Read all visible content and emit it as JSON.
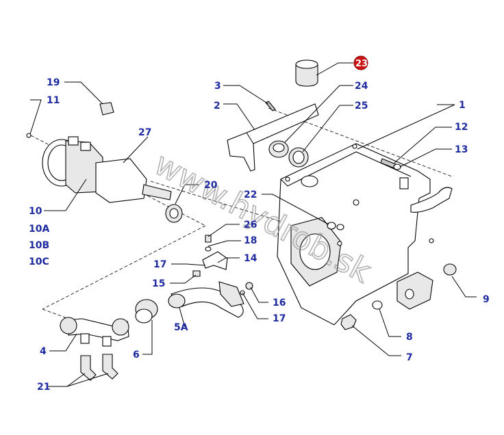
{
  "watermark": "www.hydrob.sk",
  "colors": {
    "label": "#1e2aa0",
    "badge": "#cc1111",
    "line": "#000000"
  },
  "labels": {
    "l1": "1",
    "l2": "2",
    "l3": "3",
    "l4": "4",
    "l5a": "5A",
    "l6": "6",
    "l7": "7",
    "l8": "8",
    "l9": "9",
    "l10": "10",
    "l10a": "10A",
    "l10b": "10B",
    "l10c": "10C",
    "l11": "11",
    "l12": "12",
    "l13": "13",
    "l14": "14",
    "l15": "15",
    "l16": "16",
    "l17a": "17",
    "l17b": "17",
    "l18": "18",
    "l19": "19",
    "l20": "20",
    "l21": "21",
    "l22": "22",
    "l23": "23",
    "l24": "24",
    "l25": "25",
    "l26": "26",
    "l27": "27"
  }
}
